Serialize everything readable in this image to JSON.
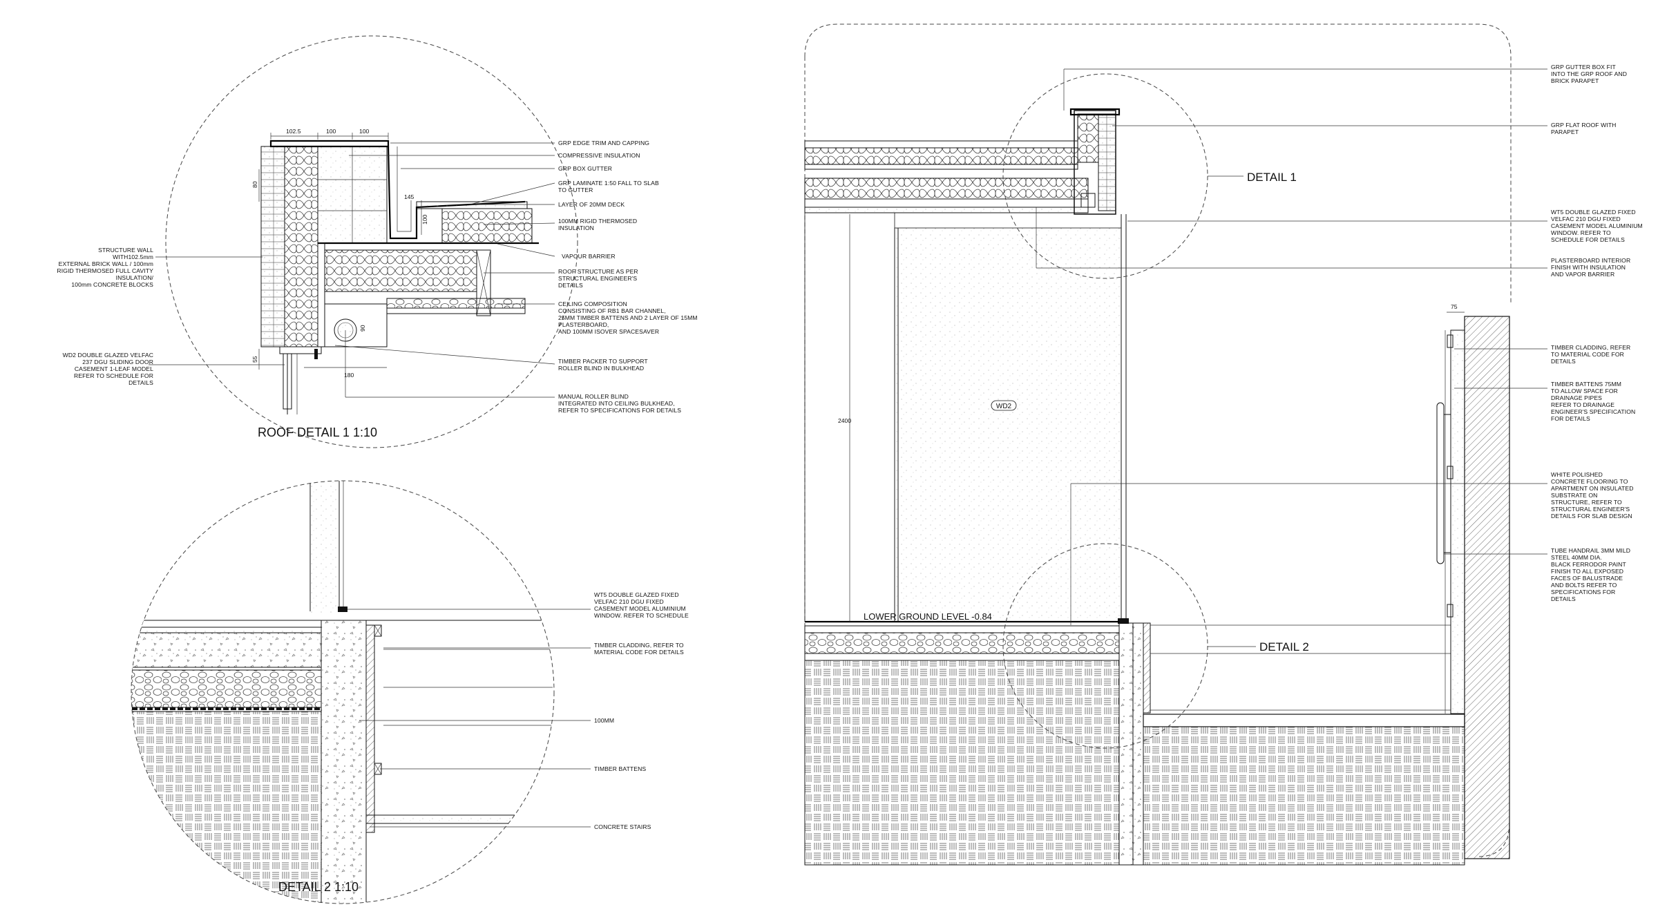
{
  "titles": {
    "roof_detail": "ROOF DETAIL 1  1:10",
    "detail2": "DETAIL 2  1:10"
  },
  "callouts": {
    "detail1": "DETAIL  1",
    "detail2": "DETAIL 2"
  },
  "section": {
    "level": "LOWER GROUND LEVEL  -0.84",
    "height_dim": "2400",
    "window_tag": "WD2",
    "offset_dim": "75"
  },
  "roof_dims": {
    "top": [
      "102.5",
      "100",
      "100"
    ],
    "d80": "80",
    "d145": "145",
    "d100": "100",
    "d90": "90",
    "d55": "55",
    "d180": "180"
  },
  "roof_notes_right": [
    [
      "GRP EDGE TRIM AND CAPPING"
    ],
    [
      "COMPRESSIVE INSULATION"
    ],
    [
      "GRP BOX GUTTER"
    ],
    [
      "GRP LAMINATE 1:50 FALL TO SLAB",
      "TO GUTTER"
    ],
    [
      "LAYER OF 20MM DECK"
    ],
    [
      "100MM  RIGID THERMOSED",
      "INSULATION"
    ],
    [
      "VAPOUR BARRIER"
    ],
    [
      "ROOF STRUCTURE AS PER",
      "STRUCTURAL ENGINEER'S",
      "DETAILS"
    ],
    [
      "CEILING COMPOSITION",
      "CONSISTING OF RB1 BAR CHANNEL,",
      "25MM TIMBER BATTENS AND 2 LAYER OF 15MM",
      "PLASTERBOARD,",
      "AND 100MM ISOVER SPACESAVER"
    ],
    [
      "TIMBER PACKER TO SUPPORT",
      "ROLLER BLIND IN BULKHEAD"
    ],
    [
      "MANUAL ROLLER BLIND",
      "INTEGRATED INTO CEILING BULKHEAD,",
      "REFER TO SPECIFICATIONS FOR DETAILS"
    ]
  ],
  "roof_notes_left": [
    [
      "STRUCTURE WALL",
      "WITH102.5mm",
      "EXTERNAL BRICK WALL /  100mm",
      "RIGID THERMOSED FULL CAVITY",
      "INSULATION/",
      "100mm CONCRETE BLOCKS"
    ],
    [
      "WD2 DOUBLE GLAZED VELFAC",
      "237 DGU SLIDING DOOR",
      "CASEMENT 1-LEAF MODEL",
      "REFER TO SCHEDULE FOR",
      "DETAILS"
    ]
  ],
  "detail2_notes": [
    [
      "WT5 DOUBLE GLAZED FIXED",
      "VELFAC 210 DGU FIXED",
      "CASEMENT MODEL ALUMINIUM",
      "WINDOW. REFER TO SCHEDULE"
    ],
    [
      "TIMBER CLADDING, REFER TO",
      "MATERIAL CODE FOR DETAILS"
    ],
    [
      "100MM"
    ],
    [
      "TIMBER BATTENS"
    ],
    [
      "CONCRETE STAIRS"
    ]
  ],
  "section_notes": [
    [
      "GRP GUTTER BOX FIT",
      "INTO THE GRP ROOF AND",
      "BRICK PARAPET"
    ],
    [
      "GRP FLAT ROOF WITH",
      "PARAPET"
    ],
    [
      "WT5 DOUBLE GLAZED FIXED",
      "VELFAC 210 DGU FIXED",
      "CASEMENT MODEL ALUMINIUM",
      "WINDOW. REFER TO",
      "SCHEDULE FOR DETAILS"
    ],
    [
      "PLASTERBOARD INTERIOR",
      "FINISH WITH INSULATION",
      "AND VAPOR BARRIER"
    ],
    [
      "TIMBER CLADDING, REFER",
      "TO MATERIAL CODE FOR",
      "DETAILS"
    ],
    [
      "TIMBER BATTENS 75MM",
      "TO ALLOW SPACE FOR",
      "DRAINAGE PIPES",
      "REFER TO DRAINAGE",
      "ENGINEER'S SPECIFICATION",
      "FOR DETAILS"
    ],
    [
      "WHITE POLISHED",
      "CONCRETE FLOORING TO",
      "APARTMENT ON INSULATED",
      "SUBSTRATE ON",
      "STRUCTURE, REFER TO",
      "STRUCTURAL ENGINEER'S",
      "DETAILS FOR SLAB DESIGN"
    ],
    [
      "TUBE HANDRAIL 3MM MILD",
      "STEEL 40MM DIA.",
      "BLACK FERRODOR PAINT",
      "FINISH TO ALL EXPOSED",
      "FACES OF BALUSTRADE",
      "AND BOLTS REFER TO",
      "SPECIFICATIONS FOR",
      "DETAILS"
    ]
  ]
}
